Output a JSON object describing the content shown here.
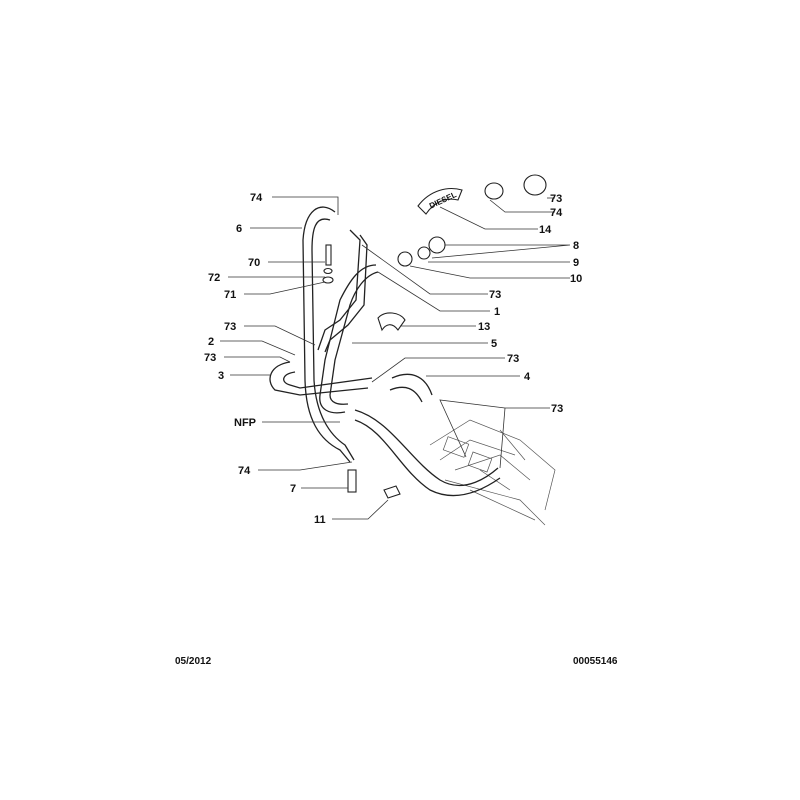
{
  "badge_text": "DIESEL",
  "labels": {
    "l74a": "74",
    "l6": "6",
    "l70": "70",
    "l72": "72",
    "l71": "71",
    "l73a": "73",
    "l2": "2",
    "l73b": "73",
    "l3": "3",
    "lnfp": "NFP",
    "l74b": "74",
    "l7": "7",
    "l11": "11",
    "l73c": "73",
    "l74c": "74",
    "l14": "14",
    "l8": "8",
    "l9": "9",
    "l10": "10",
    "l73d": "73",
    "l1": "1",
    "l13": "13",
    "l5": "5",
    "l73e": "73",
    "l4": "4",
    "l73f": "73"
  },
  "footer": {
    "date": "05/2012",
    "ref": "00055146"
  }
}
